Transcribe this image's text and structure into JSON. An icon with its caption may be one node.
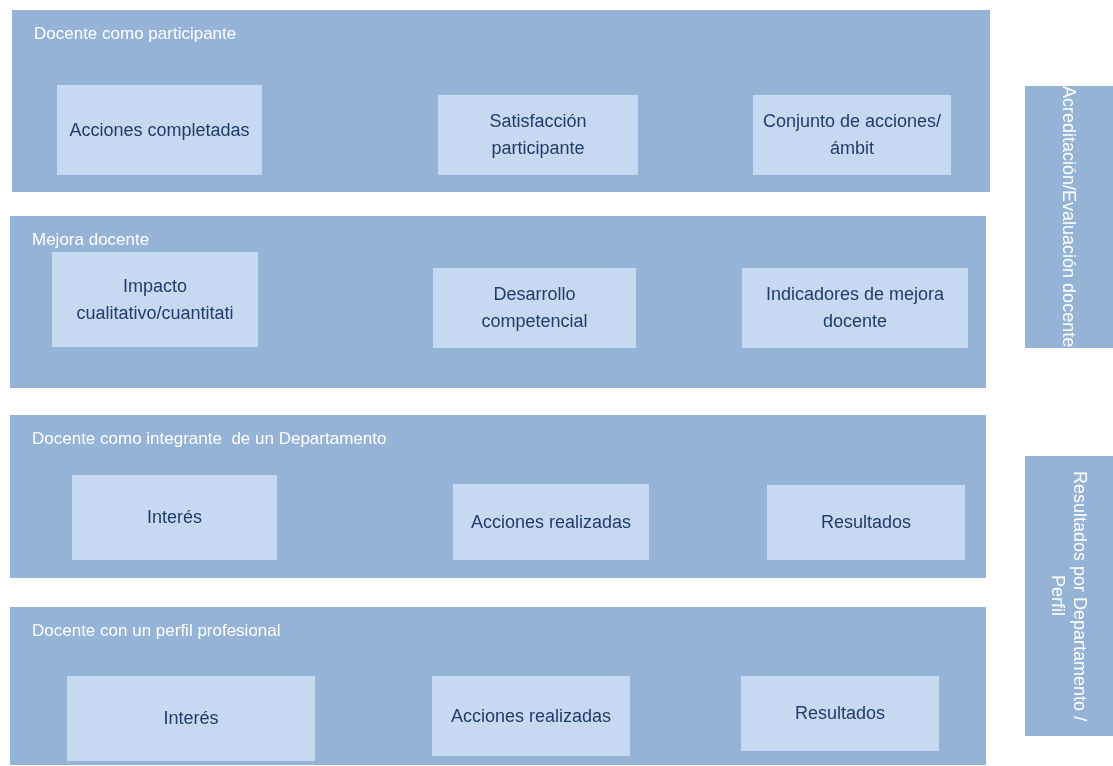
{
  "diagram": {
    "nodes": [
      {
        "text": [
          "Docente como participante"
        ]
      },
      {
        "text": [
          "Acciones completadas"
        ],
        "in": 0
      },
      {
        "text": [
          "Satisfacción participante"
        ],
        "in": 0
      },
      {
        "text": [
          "Conjunto de acciones/ámbit"
        ],
        "in": 0
      },
      {
        "text": [
          "Mejora docente"
        ]
      },
      {
        "text": [
          "Impacto cualitativo/cuantitati"
        ],
        "in": 4
      },
      {
        "text": [
          "Desarrollo competencial"
        ],
        "in": 4
      },
      {
        "text": [
          "Indicadores de mejora docente"
        ],
        "in": 4
      },
      {
        "text": [
          "Docente como integrante  de un Departamento"
        ]
      },
      {
        "text": [
          "Interés"
        ],
        "in": 8
      },
      {
        "text": [
          "Acciones realizadas"
        ],
        "in": 8
      },
      {
        "text": [
          "Resultados"
        ],
        "in": 8
      },
      {
        "text": [
          "Docente con un perfil profesional"
        ]
      },
      {
        "text": [
          "Interés"
        ],
        "in": 12
      },
      {
        "text": [
          "Acciones realizadas"
        ],
        "in": 12
      },
      {
        "text": [
          "Resultados"
        ],
        "in": 12
      },
      {
        "text": [
          "Acreditación/Evaluación docente"
        ]
      },
      {
        "text": [
          "Resultados por Departamento / Perfil"
        ]
      }
    ]
  }
}
